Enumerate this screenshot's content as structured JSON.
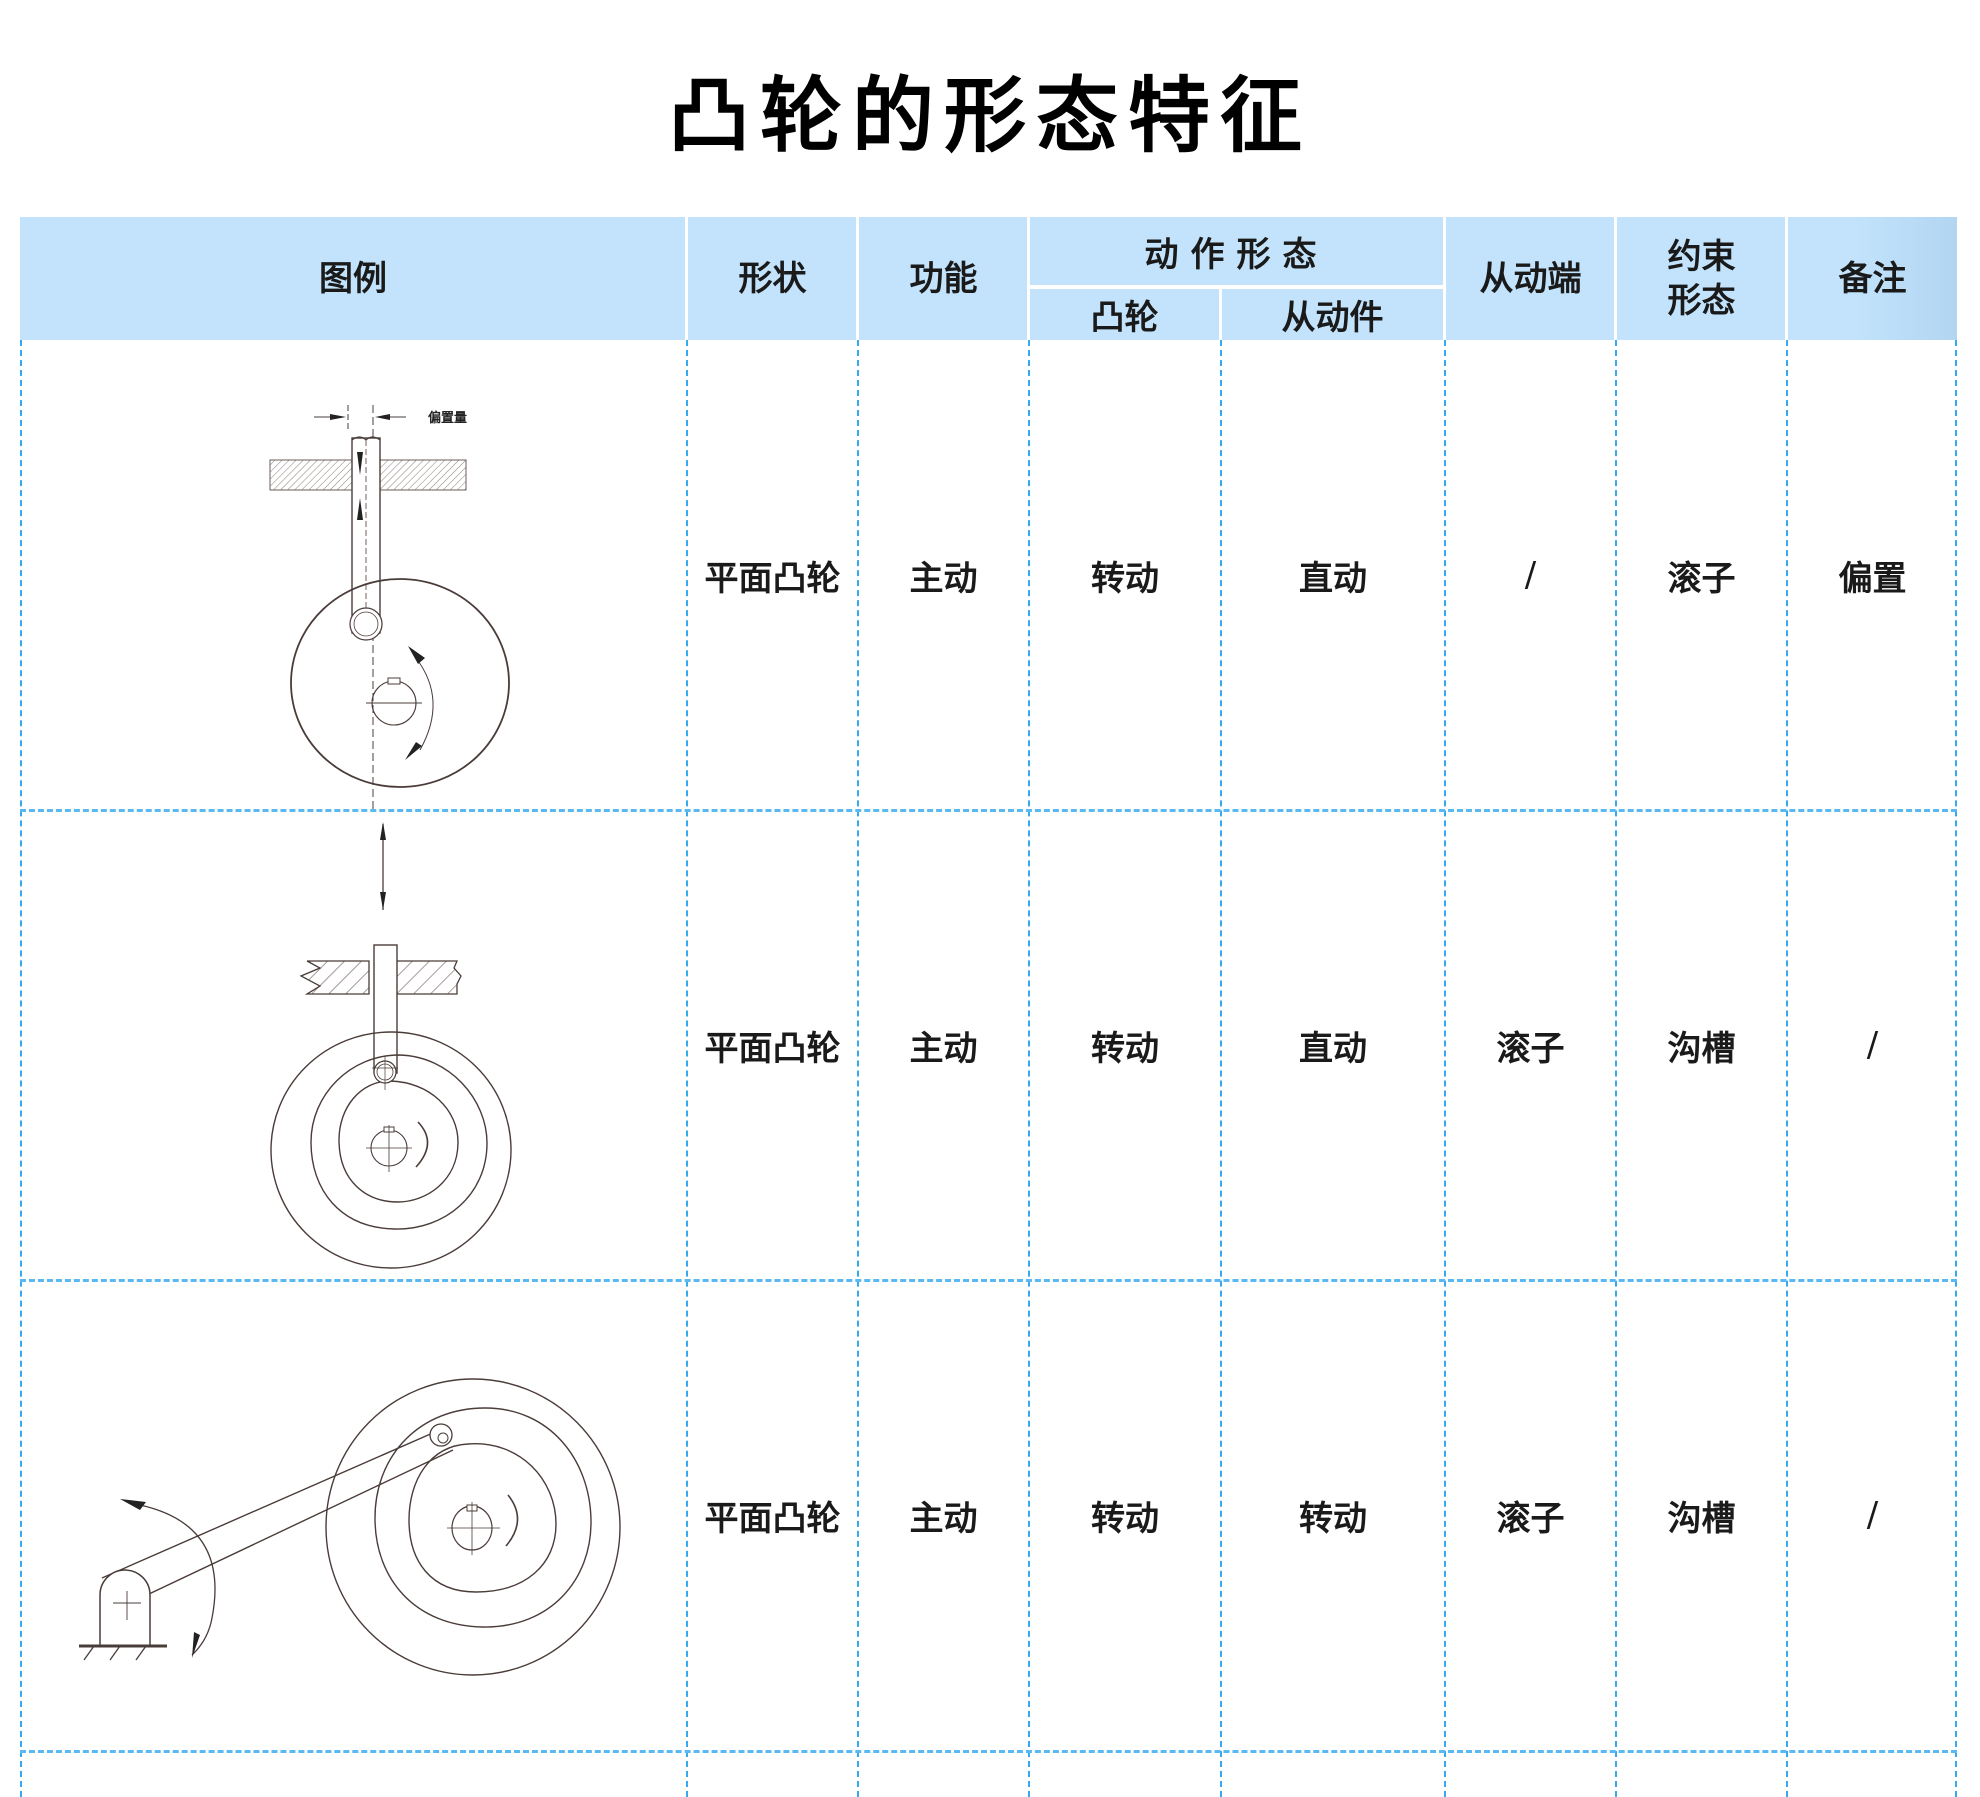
{
  "title": "凸轮的形态特征",
  "colors": {
    "header_bg": "#c2e3fb",
    "grid_dash": "#36a9ef",
    "drawing_line": "#4a3c38",
    "text": "#1a1a1a"
  },
  "table": {
    "headers": {
      "legend": "图例",
      "shape": "形状",
      "function": "功能",
      "motion_group": "动作形态",
      "motion_cam": "凸轮",
      "motion_follower": "从动件",
      "follower_end": "从动端",
      "constraint_line1": "约束",
      "constraint_line2": "形态",
      "remarks": "备注"
    },
    "rows": [
      {
        "diagram": "offset-translating-roller-follower-plate-cam",
        "diagram_label": "偏置量",
        "shape": "平面凸轮",
        "function": "主动",
        "cam_motion": "转动",
        "follower_motion": "直动",
        "follower_end": "/",
        "constraint": "滚子",
        "remarks": "偏置"
      },
      {
        "diagram": "grooved-plate-cam-translating-follower",
        "shape": "平面凸轮",
        "function": "主动",
        "cam_motion": "转动",
        "follower_motion": "直动",
        "follower_end": "滚子",
        "constraint": "沟槽",
        "remarks": "/"
      },
      {
        "diagram": "grooved-plate-cam-oscillating-follower",
        "shape": "平面凸轮",
        "function": "主动",
        "cam_motion": "转动",
        "follower_motion": "转动",
        "follower_end": "滚子",
        "constraint": "沟槽",
        "remarks": "/"
      }
    ]
  }
}
